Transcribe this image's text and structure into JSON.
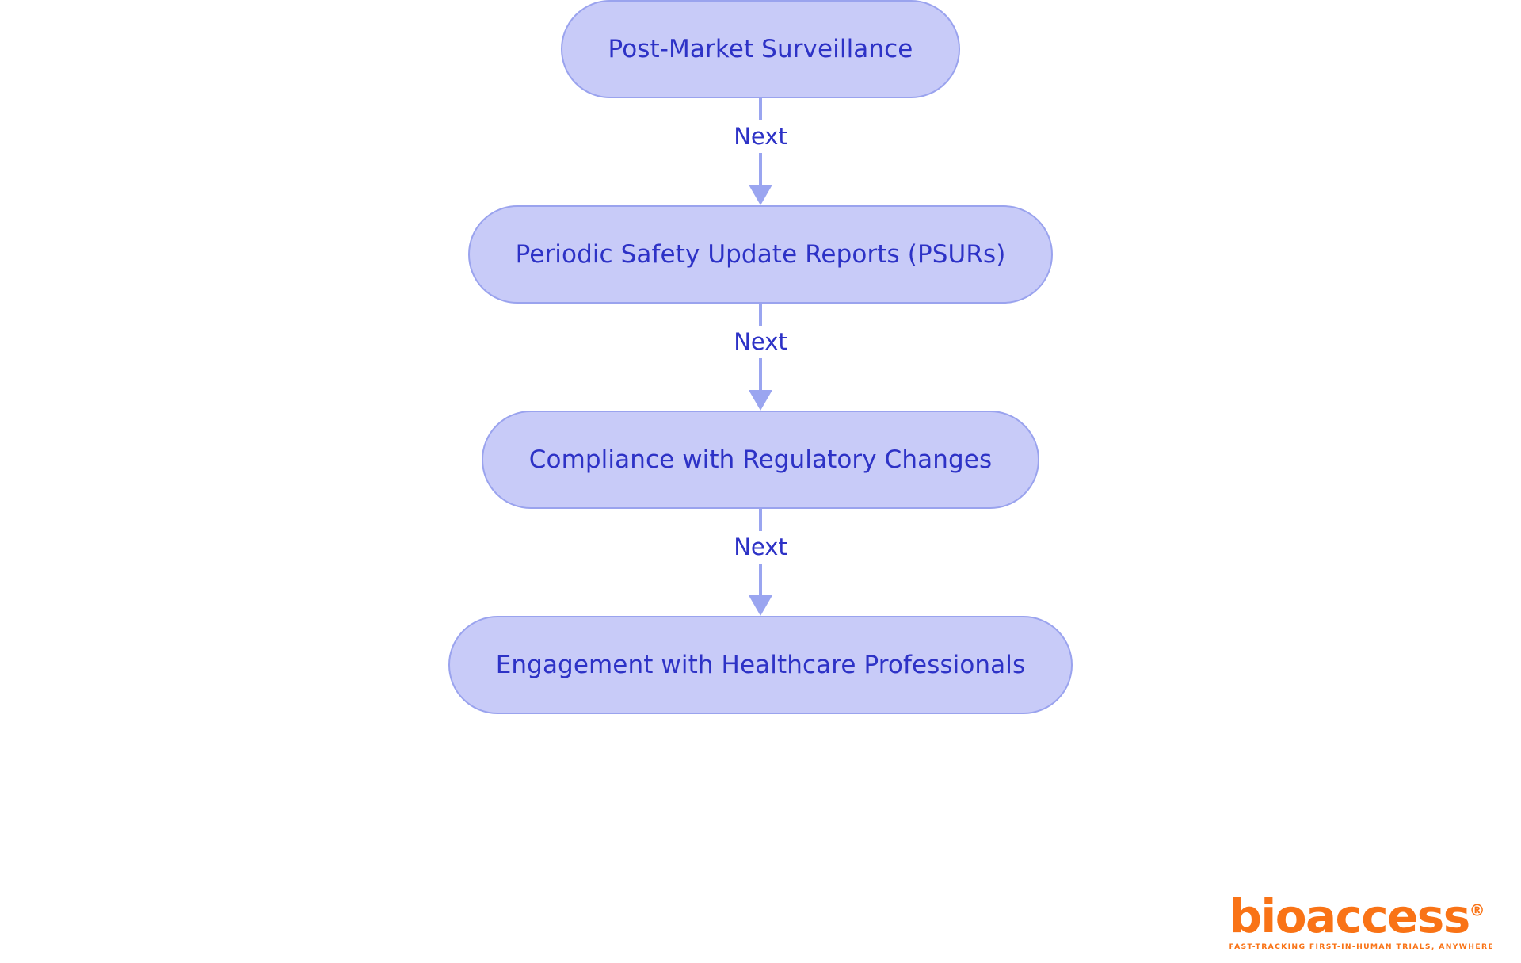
{
  "diagram": {
    "type": "flowchart",
    "orientation": "vertical-top-down",
    "background_color": "#ffffff",
    "node_fill": "#c8cbf8",
    "node_border": "#9aa3ee",
    "node_text_color": "#2d32c6",
    "edge_color": "#9aa5f0",
    "edge_label_color": "#2d32c6",
    "nodes": [
      {
        "id": "n1",
        "label": "Post-Market Surveillance"
      },
      {
        "id": "n2",
        "label": "Periodic Safety Update Reports (PSURs)"
      },
      {
        "id": "n3",
        "label": "Compliance with Regulatory Changes"
      },
      {
        "id": "n4",
        "label": "Engagement with Healthcare Professionals"
      }
    ],
    "edges": [
      {
        "from": "n1",
        "to": "n2",
        "label": "Next"
      },
      {
        "from": "n2",
        "to": "n3",
        "label": "Next"
      },
      {
        "from": "n3",
        "to": "n4",
        "label": "Next"
      }
    ]
  },
  "brand": {
    "name": "bioaccess",
    "registered_mark": "®",
    "tagline": "FAST-TRACKING FIRST-IN-HUMAN TRIALS, ANYWHERE",
    "color": "#f97316"
  }
}
